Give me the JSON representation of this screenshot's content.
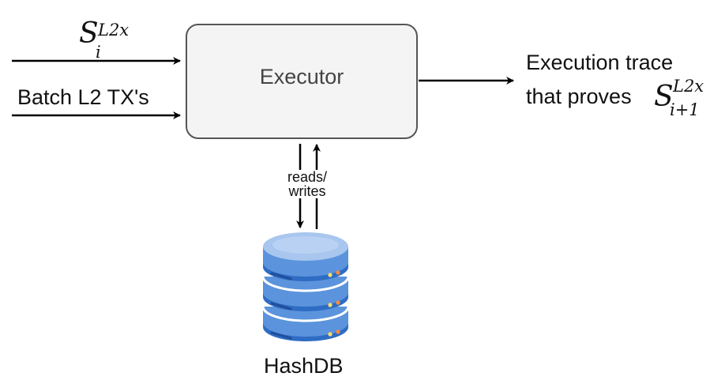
{
  "executor": {
    "label": "Executor"
  },
  "inputs": {
    "state": {
      "symbol": "S",
      "superscript": "L2x",
      "subscript": "i"
    },
    "batch": "Batch L2 TX's"
  },
  "output": {
    "line1": "Execution trace",
    "line2": "that proves",
    "state": {
      "symbol": "S",
      "superscript": "L2x",
      "subscript": "i+1"
    }
  },
  "link": {
    "line1": "reads/",
    "line2": "writes"
  },
  "database": {
    "label": "HashDB",
    "icon": "database-icon"
  },
  "colors": {
    "box_fill": "#f4f4f4",
    "box_stroke": "#555555",
    "db_top": "#a9c6ee",
    "db_body": "#5b94dc",
    "db_band": "#2f6cc4"
  }
}
